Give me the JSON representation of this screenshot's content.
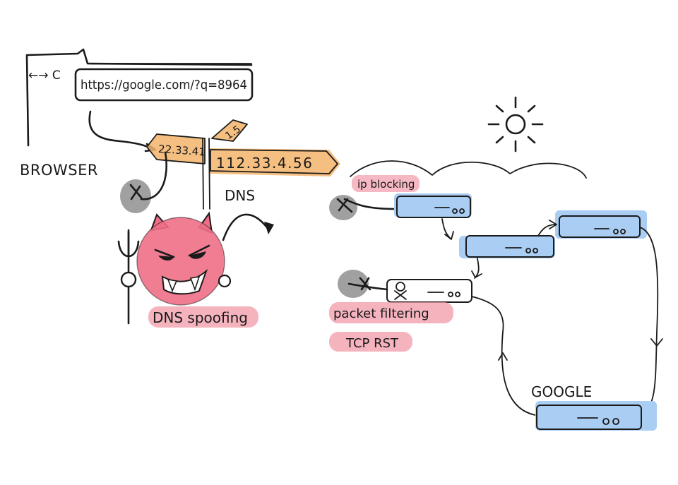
{
  "browser": {
    "nav_glyphs": "←→ C",
    "url": "https://google.com/?q=8964",
    "label": "BROWSER"
  },
  "dns": {
    "left_sign": "22.33.41",
    "up_sign": "1.5",
    "right_sign": "112.33.4.56",
    "label": "DNS"
  },
  "attacks": {
    "dns_spoofing": "DNS spoofing",
    "ip_blocking": "ip blocking",
    "packet_filtering": "packet filtering",
    "tcp_rst": "TCP RST"
  },
  "destination": {
    "label": "GOOGLE"
  },
  "colors": {
    "dns_sign": "#f4b46c",
    "attack_highlight": "#f29aa8",
    "router_fill": "#a9cdf3",
    "block_gray": "#8f8f8f",
    "devil": "#f06f87",
    "ink": "#1b1b1b"
  }
}
